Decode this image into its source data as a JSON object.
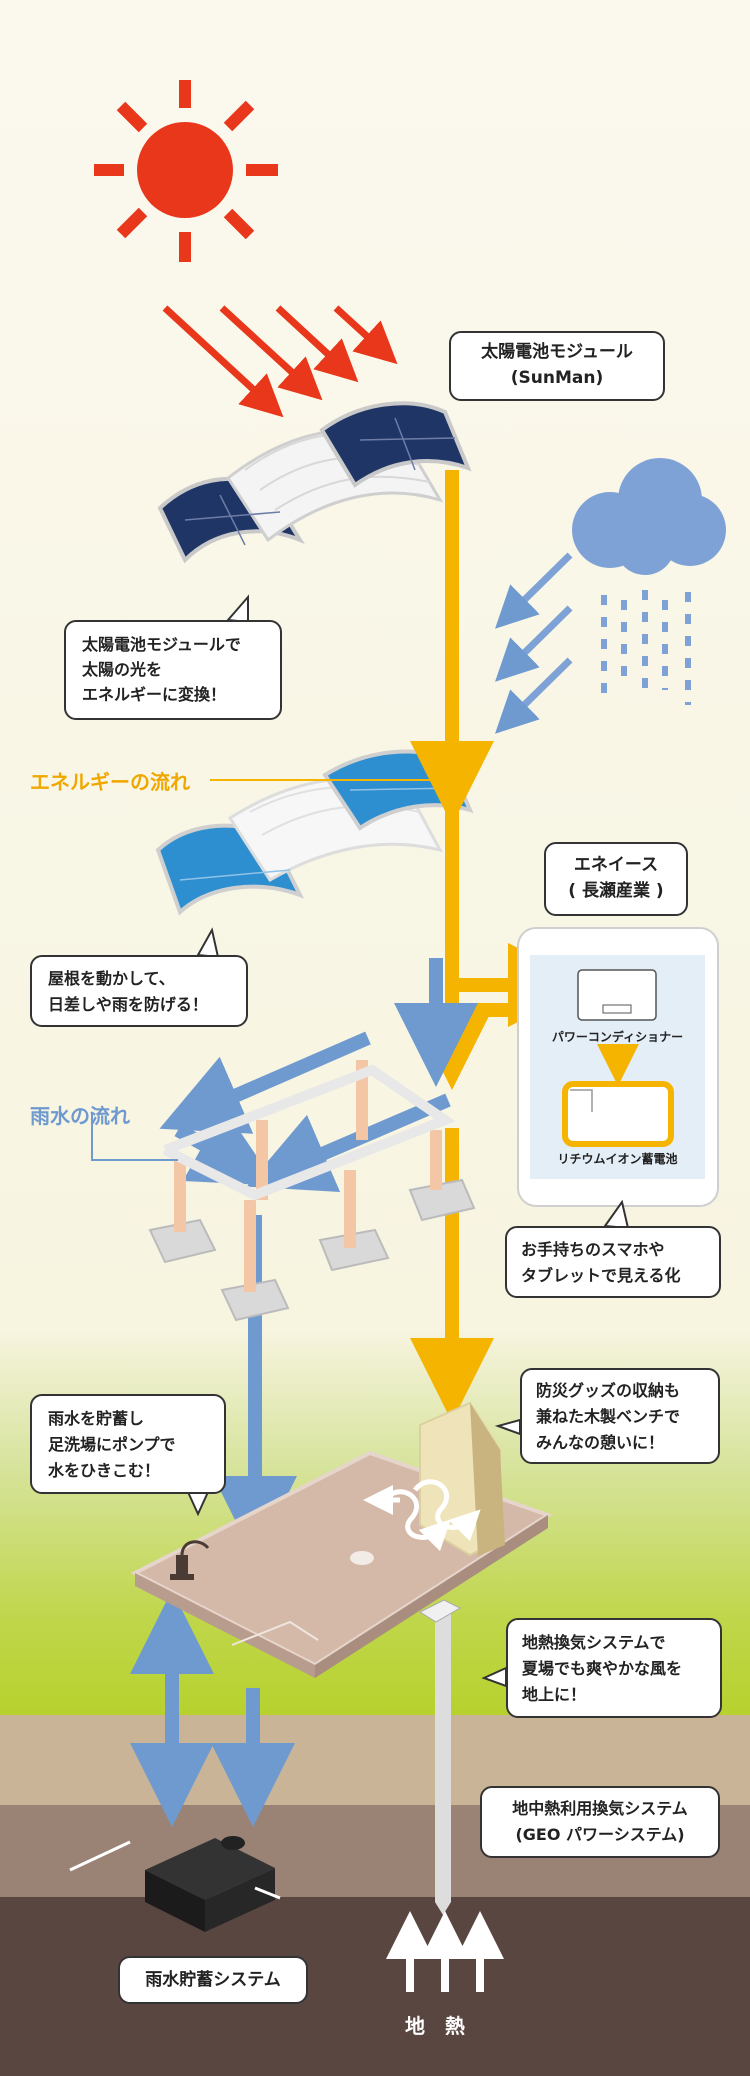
{
  "labels": {
    "solar_module_title": "太陽電池モジュール",
    "solar_module_brand": "(SunMan)",
    "solar_note_1": "太陽電池モジュールで",
    "solar_note_2": "太陽の光を",
    "solar_note_3": "エネルギーに変換！",
    "energy_flow": "エネルギーの流れ",
    "roof_note_1": "屋根を動かして、",
    "roof_note_2": "日差しや雨を防げる！",
    "eneease_title": "エネイース",
    "eneease_company": "( 長瀬産業 )",
    "power_conditioner": "パワーコンディショナー",
    "lithium_battery": "リチウムイオン蓄電池",
    "smartphone_note_1": "お手持ちのスマホや",
    "smartphone_note_2": "タブレットで見える化",
    "rain_flow": "雨水の流れ",
    "bench_note_1": "防災グッズの収納も",
    "bench_note_2": "兼ねた木製ベンチで",
    "bench_note_3": "みんなの憩いに！",
    "pump_note_1": "雨水を貯蓄し",
    "pump_note_2": "足洗場にポンプで",
    "pump_note_3": "水をひきこむ！",
    "geo_note_1": "地熱換気システムで",
    "geo_note_2": "夏場でも爽やかな風を",
    "geo_note_3": "地上に！",
    "geo_system_1": "地中熱利用換気システム",
    "geo_system_2": "(GEO パワーシステム)",
    "rain_storage": "雨水貯蓄システム",
    "geothermal": "地　熱"
  },
  "colors": {
    "sun": "#e8371b",
    "energy": "#f5b400",
    "rain": "#6f9ad0",
    "solar_panel": "#1f3566",
    "solar_panel_blue": "#2d8fd0",
    "energy_label": "#f0a800",
    "rain_label": "#6f9ad0"
  }
}
